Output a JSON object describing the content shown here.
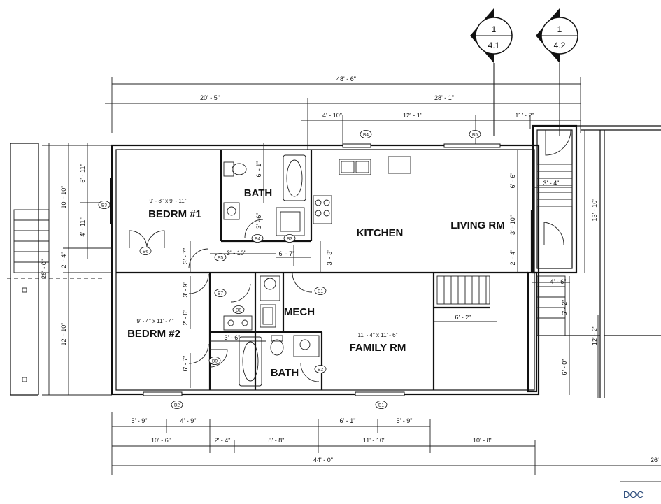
{
  "sections": [
    {
      "num": "1",
      "sheet": "4.1"
    },
    {
      "num": "1",
      "sheet": "4.2"
    }
  ],
  "rooms": {
    "bedrm1": {
      "name": "BEDRM #1",
      "size": "9' - 8\" x 9' - 11\""
    },
    "bedrm2": {
      "name": "BEDRM #2",
      "size": "9' - 4\" x 11' - 4\""
    },
    "bath1": {
      "name": "BATH"
    },
    "bath2": {
      "name": "BATH"
    },
    "kitchen": {
      "name": "KITCHEN"
    },
    "living": {
      "name": "LIVING RM"
    },
    "mech": {
      "name": "MECH"
    },
    "family": {
      "name": "FAMILY RM",
      "size": "11' - 4\" x 11' - 6\""
    }
  },
  "dims": {
    "top_overall": "48' - 6\"",
    "top_a": "20' - 5\"",
    "top_b": "28' - 1\"",
    "top_c": "4' - 10\"",
    "top_d": "12' - 1\"",
    "top_e": "11' - 2\"",
    "bot_a": "5' - 9\"",
    "bot_b": "4' - 9\"",
    "bot_c": "6' - 1\"",
    "bot_d": "5' - 9\"",
    "bot2_a": "10' - 6\"",
    "bot2_b": "2' - 4\"",
    "bot2_c": "8' - 8\"",
    "bot2_d": "11' - 10\"",
    "bot2_e": "10' - 8\"",
    "bot_overall": "44' - 0\"",
    "bot_right": "26'",
    "left_a": "5' - 11\"",
    "left_b": "4' - 11\"",
    "left_c": "10' - 10\"",
    "left_d": "2' - 4\"",
    "left_e": "26' - 0\"",
    "left_f": "12' - 10\"",
    "right_a": "13' - 10\"",
    "right_b": "6' - 2\"",
    "right_c": "6' - 0\"",
    "right_d": "12' - 2\"",
    "int_61": "6' - 1\"",
    "int_36a": "3' - 6\"",
    "int_310": "3' - 10\"",
    "int_67": "6' - 7\"",
    "int_33": "3' - 3\"",
    "int_37": "3' - 7\"",
    "int_39": "3' - 9\"",
    "int_26": "2' - 6\"",
    "int_36b": "3' - 6\"",
    "int_67b": "6' - 7\"",
    "int_66": "6' - 6\"",
    "int_34": "3' - 4\"",
    "int_310b": "3' - 10\"",
    "int_24": "2' - 4\"",
    "int_46": "4' - 6\"",
    "int_62": "6' - 2\""
  },
  "tags": {
    "b1a": "B1",
    "b1b": "B1",
    "b2a": "B2",
    "b2b": "B2",
    "b3a": "B3",
    "b3b": "B3",
    "b4a": "B4",
    "b4b": "B4",
    "b5a": "B5",
    "b5b": "B5",
    "b6": "B6",
    "b7": "B7",
    "b8": "B8",
    "b9": "B9"
  },
  "logo_text": "DOC"
}
